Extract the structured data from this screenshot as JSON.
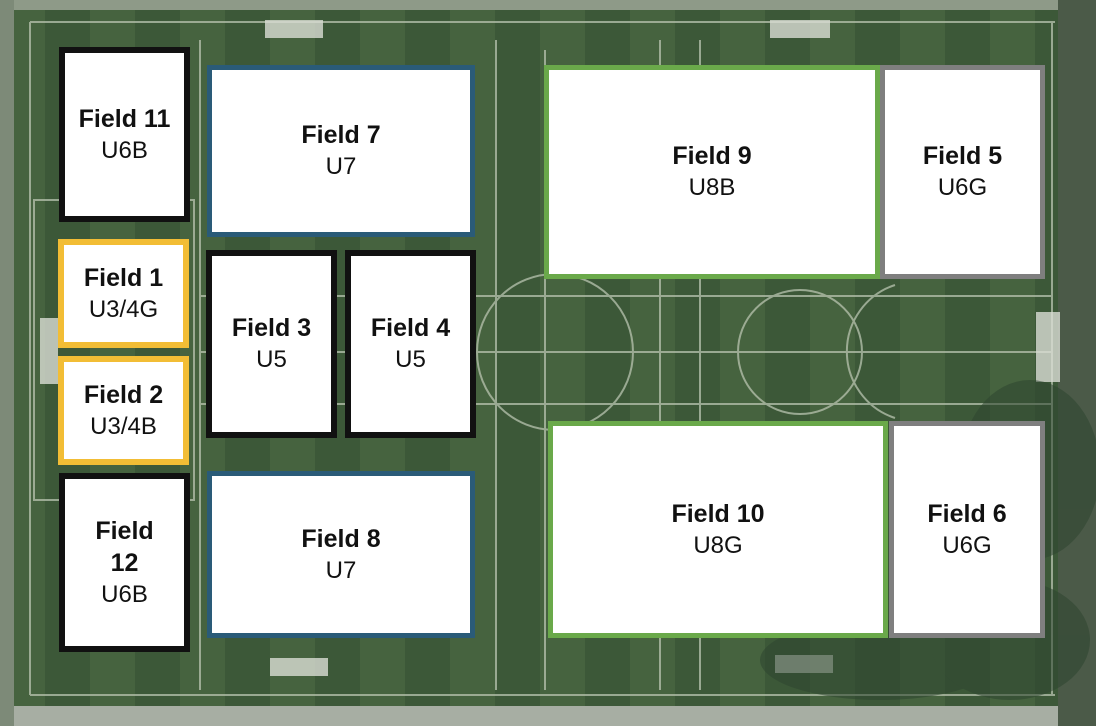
{
  "colors": {
    "turf": "#3f5c3b",
    "lines": "#b9c4b0",
    "black": "#111111",
    "yellow": "#f2bd35",
    "blue": "#2a5b78",
    "green": "#6aa94a",
    "gray": "#7f7f7f"
  },
  "fields": [
    {
      "id": "field-11",
      "name": "Field 11",
      "division": "U6B",
      "color": "black"
    },
    {
      "id": "field-7",
      "name": "Field 7",
      "division": "U7",
      "color": "blue"
    },
    {
      "id": "field-9",
      "name": "Field 9",
      "division": "U8B",
      "color": "green"
    },
    {
      "id": "field-5",
      "name": "Field 5",
      "division": "U6G",
      "color": "gray"
    },
    {
      "id": "field-1",
      "name": "Field 1",
      "division": "U3/4G",
      "color": "yellow"
    },
    {
      "id": "field-3",
      "name": "Field 3",
      "division": "U5",
      "color": "black"
    },
    {
      "id": "field-4",
      "name": "Field 4",
      "division": "U5",
      "color": "black"
    },
    {
      "id": "field-2",
      "name": "Field 2",
      "division": "U3/4B",
      "color": "yellow"
    },
    {
      "id": "field-12",
      "name": "Field 12",
      "division": "U6B",
      "color": "black"
    },
    {
      "id": "field-8",
      "name": "Field 8",
      "division": "U7",
      "color": "blue"
    },
    {
      "id": "field-10",
      "name": "Field 10",
      "division": "U8G",
      "color": "green"
    },
    {
      "id": "field-6",
      "name": "Field 6",
      "division": "U6G",
      "color": "gray"
    }
  ]
}
